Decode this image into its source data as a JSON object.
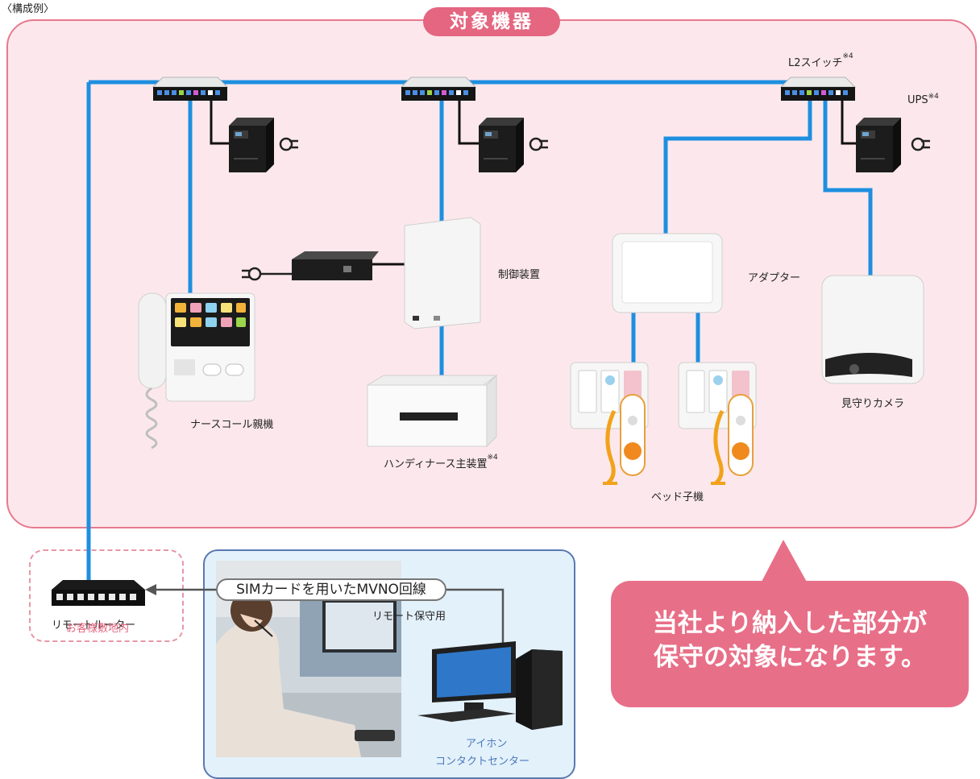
{
  "example_label": "〈構成例〉",
  "zone_title": "対象機器",
  "devices": {
    "l2_switch": {
      "name": "L2スイッチ",
      "note": "※4"
    },
    "ups": {
      "name": "UPS",
      "note": "※4"
    },
    "control_unit": {
      "name": "制御装置"
    },
    "adapter": {
      "name": "アダプター"
    },
    "nurse_call_master": {
      "name": "ナースコール親機"
    },
    "main_unit": {
      "name": "ハンディナース主装置",
      "note": "※4"
    },
    "bed_unit": {
      "name": "ベッド子機"
    },
    "camera": {
      "name": "見守りカメラ"
    },
    "router": {
      "name": "リモートルーター"
    },
    "pc_device": {
      "name": "アイホン"
    },
    "contact_center": {
      "name": "コンタクトセンター"
    }
  },
  "customer_area": "お客様敷地内",
  "mvno_line": "SIMカードを用いたMVNO回線",
  "remote_use": "リモート保守用",
  "callout": {
    "line1": "当社より納入した部分が",
    "line2": "保守の対象になります。"
  },
  "colors": {
    "zone_border": "#e8798f",
    "zone_fill": "#fce8ec",
    "accent": "#e46680",
    "cable": "#1e8fe0",
    "center_fill": "#e3f1fb",
    "center_border": "#5a79b0"
  }
}
